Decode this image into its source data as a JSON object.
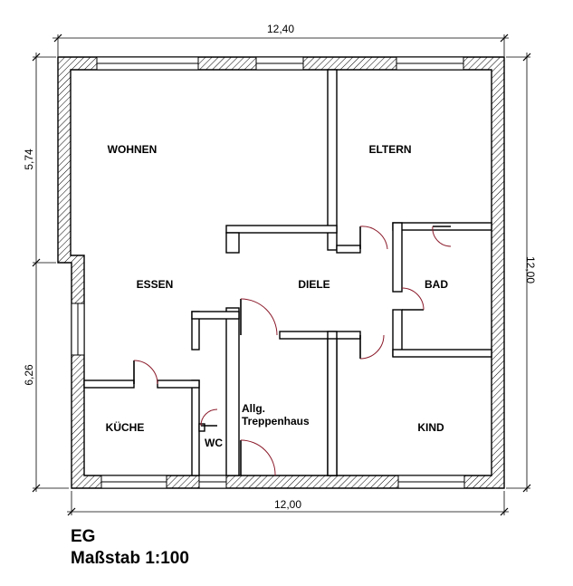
{
  "dimensions": {
    "top_width": "12,40",
    "bottom_width": "12,00",
    "left_upper": "5,74",
    "left_lower": "6,26",
    "right_height": "12,00"
  },
  "rooms": {
    "wohnen": "WOHNEN",
    "eltern": "ELTERN",
    "essen": "ESSEN",
    "diele": "DIELE",
    "bad": "BAD",
    "kueche": "KÜCHE",
    "wc": "WC",
    "treppenhaus_line1": "Allg.",
    "treppenhaus_line2": "Treppenhaus",
    "kind": "KIND"
  },
  "caption": {
    "level": "EG",
    "scale": "Maßstab 1:100"
  },
  "colors": {
    "wall_outline": "#000000",
    "door_swing": "#8b1a2a"
  }
}
